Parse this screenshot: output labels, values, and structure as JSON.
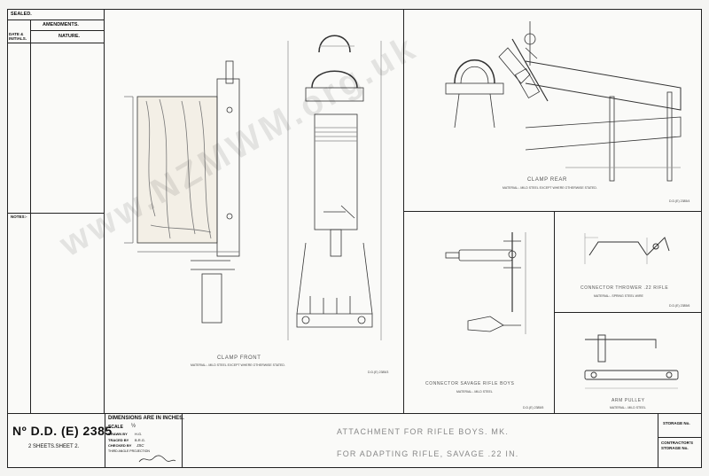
{
  "sidebar": {
    "sealed_label": "SEALED.",
    "amendments_label": "AMENDMENTS.",
    "date_initials_label": "DATE & INITIALS.",
    "nature_label": "NATURE.",
    "notes_label": "NOTES:-"
  },
  "drawings": {
    "clamp_front": {
      "title": "CLAMP FRONT",
      "material": "MATERIAL:- MILD STEEL EXCEPT WHERE OTHERWISE STATED."
    },
    "clamp_rear": {
      "title": "CLAMP REAR",
      "material": "MATERIAL:- MILD STEEL EXCEPT WHERE OTHERWISE STATED."
    },
    "connector_rifle": {
      "title": "CONNECTOR SAVAGE RIFLE BOYS",
      "material": "MATERIAL:- MILD STEEL"
    },
    "connector_thrower": {
      "title": "CONNECTOR THROWER .22 RIFLE",
      "material": "MATERIAL:- SPRING STEEL WIRE"
    },
    "arm_pulley": {
      "title": "ARM PULLEY",
      "material": "MATERIAL:- MILD STEEL"
    },
    "ref_codes": {
      "front": "D.D.(E) 2385/3",
      "rear": "D.D.(E) 2385/4",
      "connector": "D.D.(E) 2385/5",
      "thrower": "D.D.(E) 2385/6"
    }
  },
  "title_block": {
    "drawing_number": "Nº D.D. (E) 2385",
    "sheets": "2 SHEETS.SHEET 2.",
    "dimensions_note": "DIMENSIONS ARE IN INCHES.",
    "scale_label": "SCALE",
    "scale_value": "½",
    "drawn_by_label": "DRAWN BY",
    "drawn_by_value": "H.G.",
    "traced_by_label": "TRACED BY",
    "traced_by_value": "B.R.G.",
    "checked_by_label": "CHECKED BY",
    "checked_by_value": "JSC",
    "third_angle": "THIRD ANGLE PROJECTION",
    "title_line1": "ATTACHMENT FOR RIFLE BOYS. MK.",
    "title_line2": "FOR ADAPTING RIFLE, SAVAGE .22 IN.",
    "storage_label": "STORAGE No.",
    "contractors_storage_label": "CONTRACTOR'S STORAGE No."
  },
  "watermark": "www.NZMWM.org.uk"
}
